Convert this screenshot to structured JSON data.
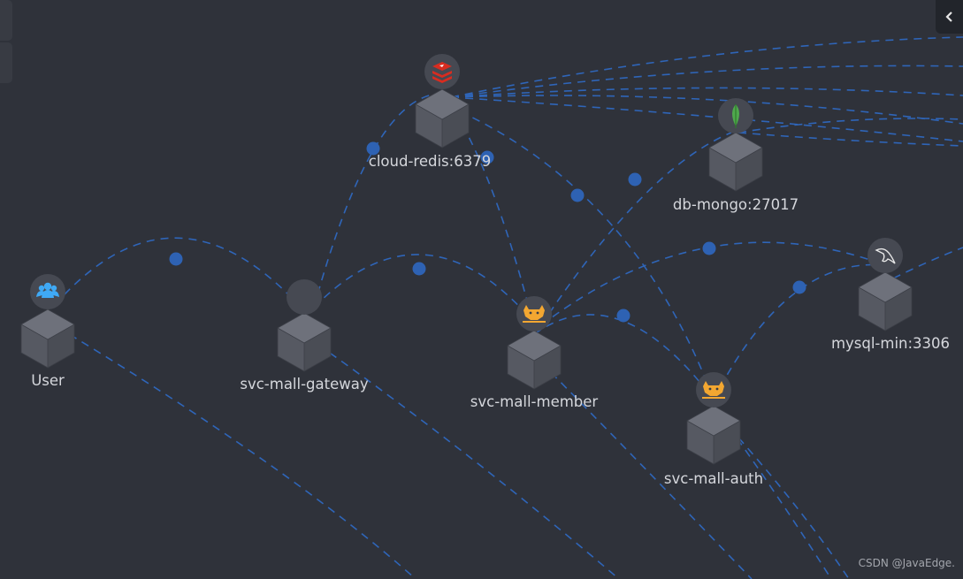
{
  "controls": {
    "collapse_icon": "chevron-left-icon"
  },
  "nodes": [
    {
      "id": "user",
      "label": "User",
      "icon": "users-icon",
      "icon_color": "#3fa9f5"
    },
    {
      "id": "svc-mall-gateway",
      "label": "svc-mall-gateway",
      "icon": "none"
    },
    {
      "id": "cloud-redis",
      "label": "cloud-redis:6379",
      "icon": "redis-icon",
      "icon_color": "#d82c20"
    },
    {
      "id": "db-mongo",
      "label": "db-mongo:27017",
      "icon": "mongodb-leaf-icon",
      "icon_color": "#4fa94d"
    },
    {
      "id": "svc-mall-member",
      "label": "svc-mall-member",
      "icon": "tomcat-icon",
      "icon_color": "#f3a731"
    },
    {
      "id": "svc-mall-auth",
      "label": "svc-mall-auth",
      "icon": "tomcat-icon",
      "icon_color": "#f3a731"
    },
    {
      "id": "mysql-min",
      "label": "mysql-min:3306",
      "icon": "mysql-dolphin-icon",
      "icon_color": "#e8e8e8"
    }
  ],
  "colors": {
    "background": "#2f323a",
    "edge": "#2f65b8",
    "label": "#d5d7dc"
  },
  "watermark": "CSDN @JavaEdge."
}
